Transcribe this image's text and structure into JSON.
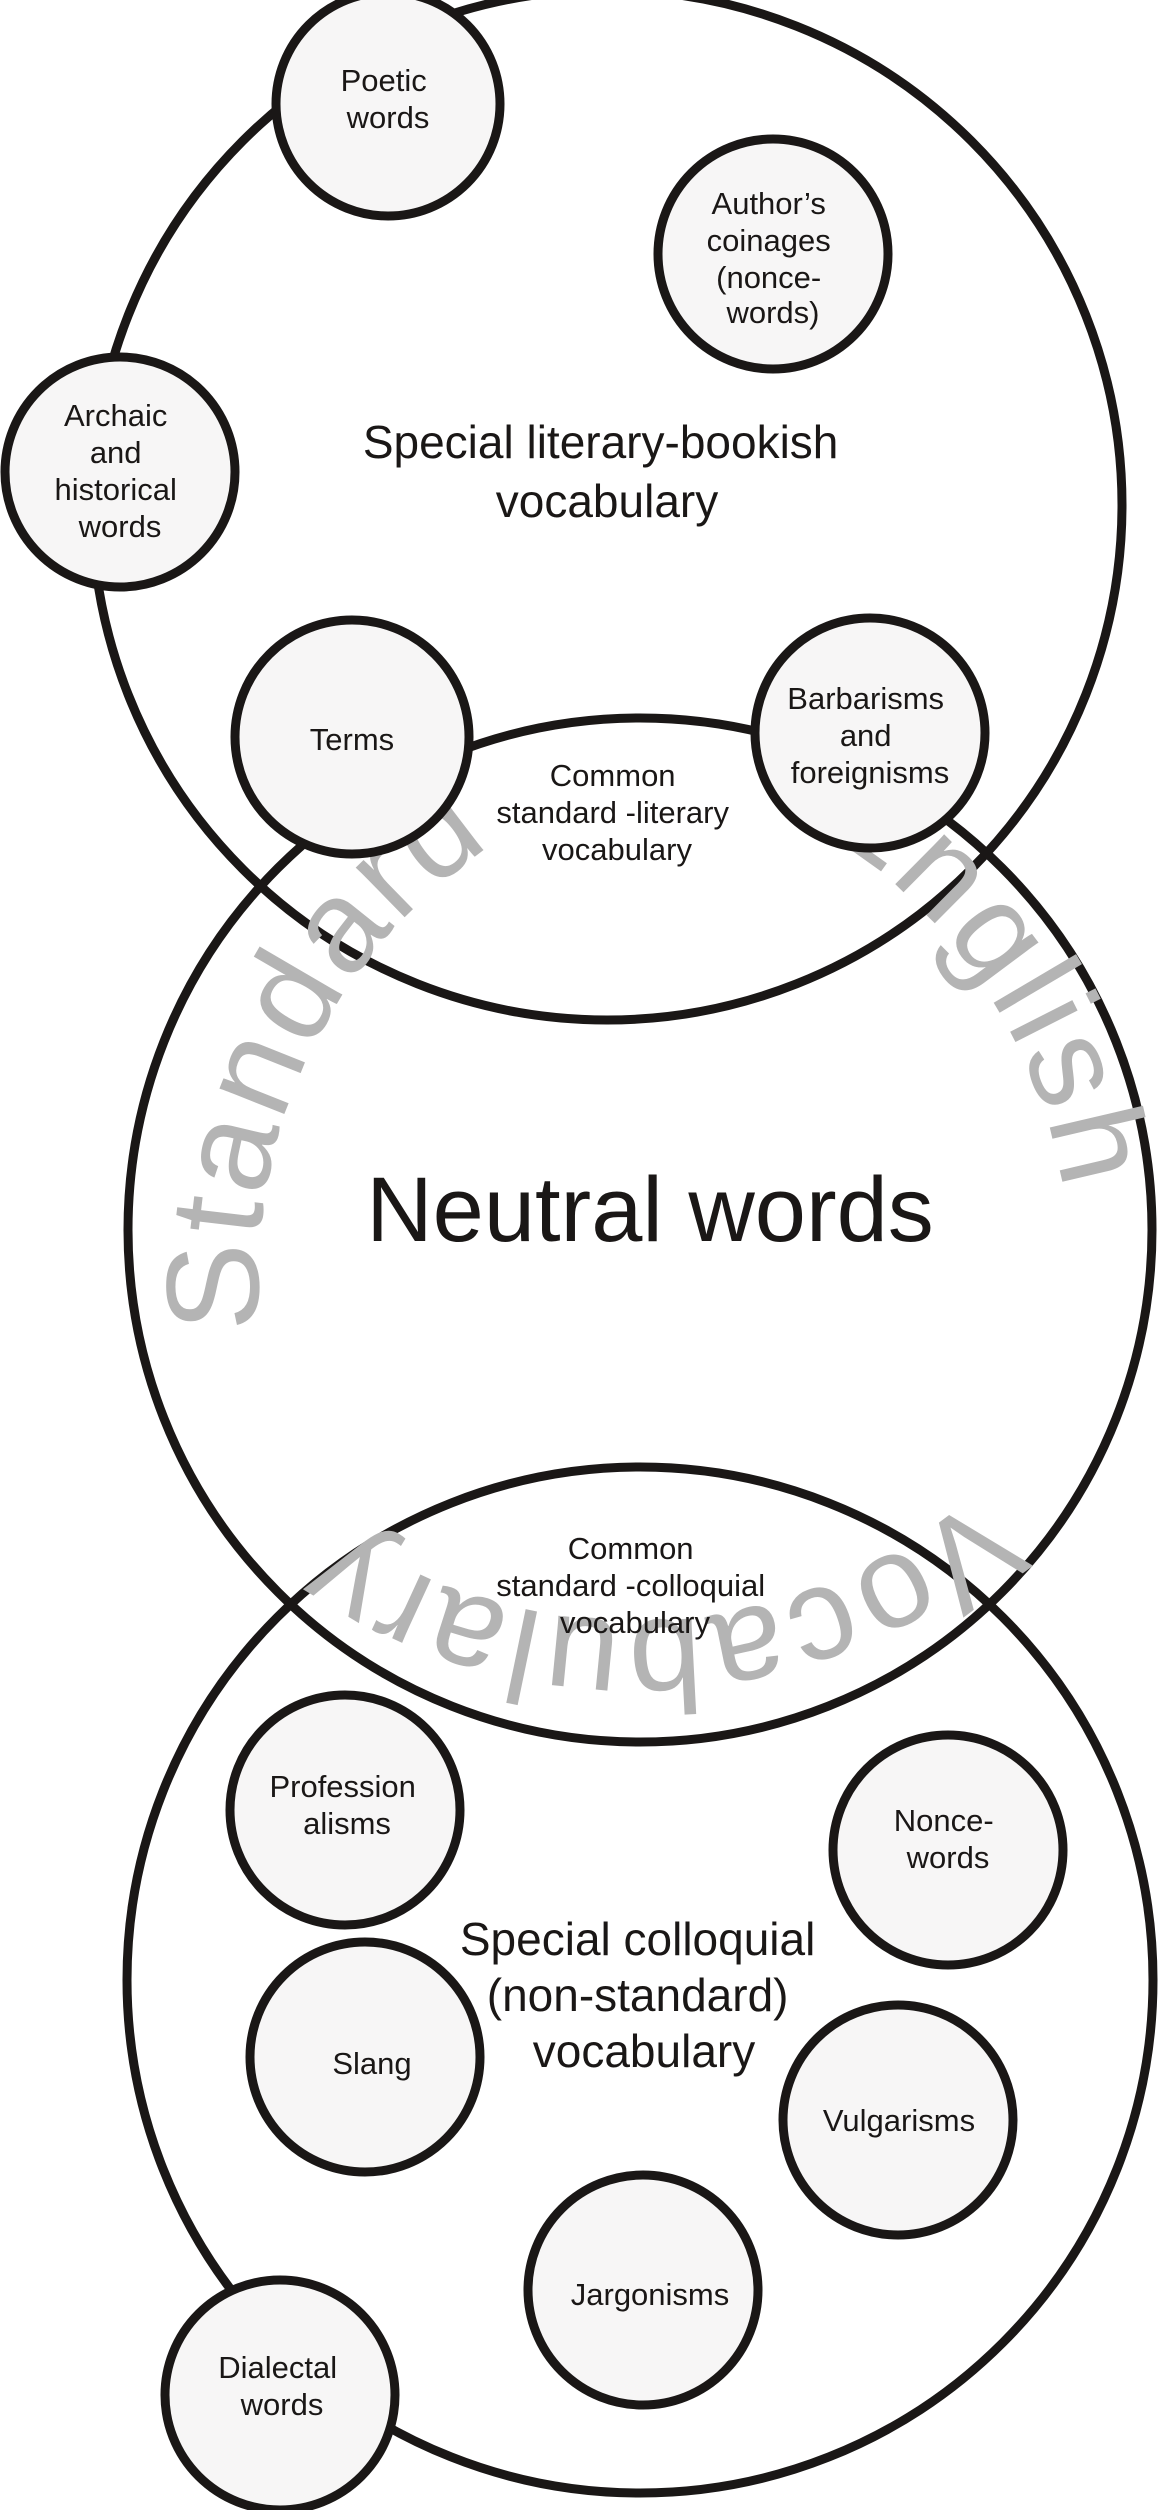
{
  "colors": {
    "stroke": "#1a1716",
    "bubble_fill": "#f7f6f6",
    "watermark": "#b4b4b4"
  },
  "watermark": {
    "left": "Standard",
    "right": "English",
    "bottom": "Vocabulary"
  },
  "literary": {
    "title": [
      "Special literary-bookish",
      "vocabulary"
    ],
    "poetic": [
      "Poetic",
      "words"
    ],
    "coinages": [
      "Author’s",
      "coinages",
      "(nonce-",
      "words)"
    ],
    "archaic": [
      "Archaic",
      "and",
      "historical",
      "words"
    ],
    "terms": [
      "Terms"
    ],
    "barbarisms": [
      "Barbarisms",
      "and",
      "foreignisms"
    ]
  },
  "common_literary": [
    "Common",
    "standard -literary",
    "vocabulary"
  ],
  "neutral": {
    "title": "Neutral words"
  },
  "common_colloquial": [
    "Common",
    "standard -colloquial",
    "vocabulary"
  ],
  "colloquial": {
    "title": [
      "Special colloquial",
      "(non-standard)",
      "vocabulary"
    ],
    "professionalisms": [
      "Profession",
      "alisms"
    ],
    "nonce": [
      "Nonce-",
      "words"
    ],
    "slang": [
      "Slang"
    ],
    "vulgarisms": [
      "Vulgarisms"
    ],
    "jargonisms": [
      "Jargonisms"
    ],
    "dialectal": [
      "Dialectal",
      "words"
    ]
  }
}
